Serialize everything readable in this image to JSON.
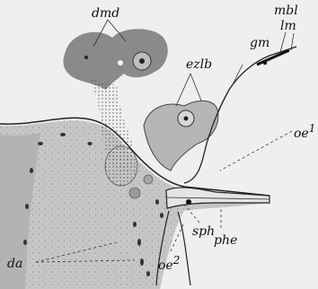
{
  "figure": {
    "labels": {
      "dmd": "dmd",
      "mbl": "mbl",
      "lm": "lm",
      "gm": "gm",
      "ezlb": "ezlb",
      "oe1": "oe",
      "oe1_sup": "1",
      "sph": "sph",
      "phe": "phe",
      "da": "da",
      "oe2": "oe",
      "oe2_sup": "2"
    },
    "colors": {
      "background": "#efefef",
      "tissue": "#c4c4c4",
      "tissue_dark": "#9a9a9a",
      "gland": "#8e8e8e",
      "ink": "#111111"
    }
  }
}
